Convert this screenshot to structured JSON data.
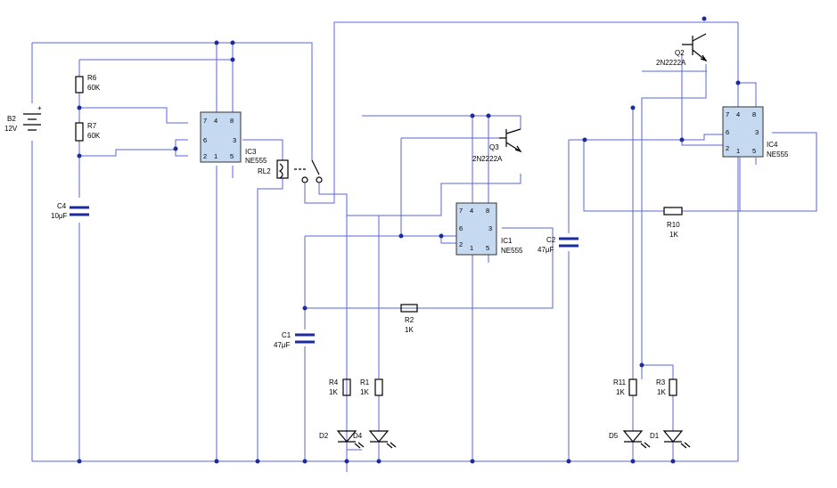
{
  "diagram": {
    "colors": {
      "wire": "#5a64d8",
      "node": "#1a2ba0",
      "chip_fill": "#c5d9f1",
      "component": "#000000"
    },
    "labels": {
      "b2": "B2",
      "b2_val": "12V",
      "b2_plus": "+",
      "r6": "R6",
      "r6_val": "60K",
      "r7": "R7",
      "r7_val": "60K",
      "c4": "C4",
      "c4_val": "10μF",
      "ic3": "IC3",
      "ic3_val": "NE555",
      "rl2": "RL2",
      "q3": "Q3",
      "q3_val": "2N2222A",
      "ic1": "IC1",
      "ic1_val": "NE555",
      "c2": "C2",
      "c2_val": "47μF",
      "q2": "Q2",
      "q2_val": "2N2222A",
      "ic4": "IC4",
      "ic4_val": "NE555",
      "r10": "R10",
      "r10_val": "1K",
      "r2": "R2",
      "r2_val": "1K",
      "c1": "C1",
      "c1_val": "47μF",
      "r4": "R4",
      "r4_val": "1K",
      "r1": "R1",
      "r1_val": "1K",
      "r11": "R11",
      "r11_val": "1K",
      "r3": "R3",
      "r3_val": "1K",
      "d2": "D2",
      "d4": "D4",
      "d5": "D5",
      "d1": "D1"
    },
    "pins": {
      "p7": "7",
      "p4": "4",
      "p8": "8",
      "p6": "6",
      "p3": "3",
      "p2": "2",
      "p1": "1",
      "p5": "5"
    }
  }
}
